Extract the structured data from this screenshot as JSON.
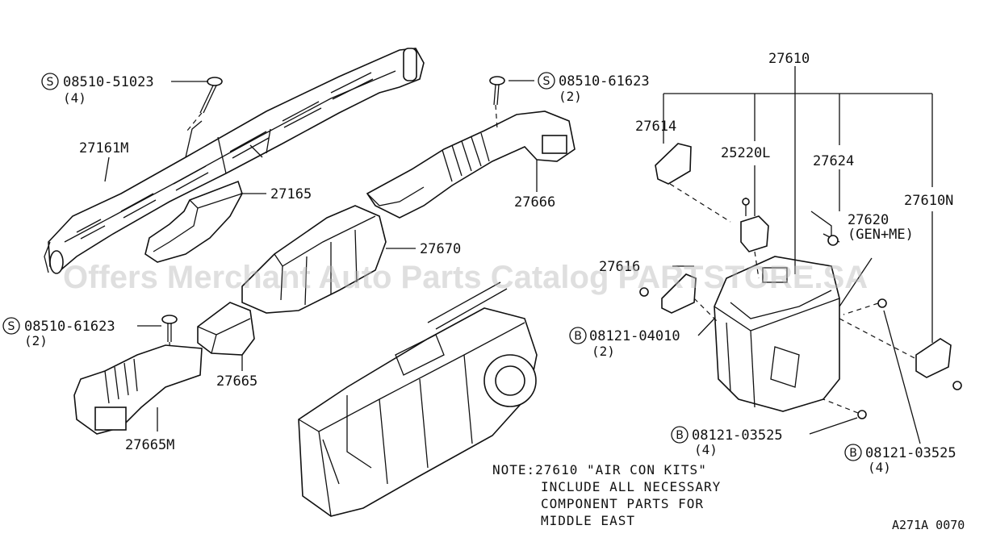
{
  "labels": {
    "p08510_51023": "08510-51023",
    "q4_a": "(4)",
    "p27161M": "27161M",
    "p27165": "27165",
    "p08510_61623_top": "08510-61623",
    "q2_top": "(2)",
    "p27666": "27666",
    "p27670": "27670",
    "p08510_61623_left": "08510-61623",
    "q2_left": "(2)",
    "p27665": "27665",
    "p27665M": "27665M",
    "p27610": "27610",
    "p27614": "27614",
    "p25220L": "25220L",
    "p27624": "27624",
    "p27610N": "27610N",
    "p27620": "27620",
    "p27620_note": "(GEN+ME)",
    "p27616": "27616",
    "p08121_04010": "08121-04010",
    "q2_b": "(2)",
    "p08121_03525_mid": "08121-03525",
    "q4_mid": "(4)",
    "p08121_03525_right": "08121-03525",
    "q4_right": "(4)"
  },
  "symbols": {
    "screw": "S",
    "bolt": "B"
  },
  "note": {
    "line1": "NOTE:27610 \"AIR CON KITS\"",
    "line2": "INCLUDE ALL NECESSARY",
    "line3": "COMPONENT PARTS FOR",
    "line4": "MIDDLE EAST"
  },
  "diagram_code": "A271A 0070",
  "watermark": "Offers Merchant Auto Parts Catalog PARTSTORE.SA",
  "colors": {
    "ink": "#111111",
    "background": "#ffffff",
    "watermark": "#b8b8b8"
  }
}
